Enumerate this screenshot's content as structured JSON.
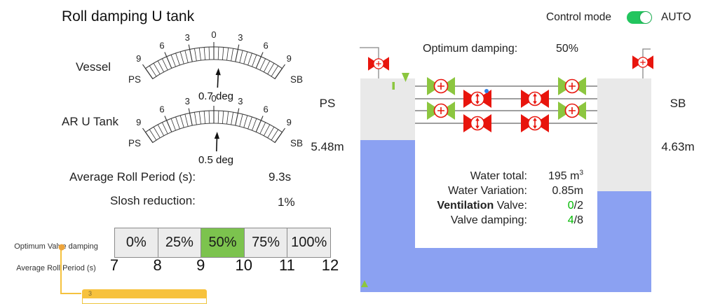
{
  "title": "Roll damping U tank",
  "header": {
    "control_mode_label": "Control mode",
    "control_mode_state": "AUTO"
  },
  "gauges": [
    {
      "name": "Vessel",
      "tick_labels": [
        "9",
        "6",
        "3",
        "0",
        "3",
        "6",
        "9"
      ],
      "left_end": "PS",
      "right_end": "SB",
      "value_deg": 0.7,
      "value_label": "0.7 deg"
    },
    {
      "name": "AR U Tank",
      "tick_labels": [
        "9",
        "6",
        "3",
        "0",
        "3",
        "6",
        "9"
      ],
      "left_end": "PS",
      "right_end": "SB",
      "value_deg": 0.5,
      "value_label": "0.5 deg"
    }
  ],
  "stats": {
    "roll_period_label": "Average Roll Period (s):",
    "roll_period_value": "9.3s",
    "slosh_label": "Slosh reduction:",
    "slosh_value": "1%"
  },
  "damping_selector": {
    "row_label": "Optimum Valve damping",
    "axis_label": "Average Roll Period (s)",
    "options": [
      "0%",
      "25%",
      "50%",
      "75%",
      "100%"
    ],
    "selected_option": "50%",
    "axis_ticks": [
      "7",
      "8",
      "9",
      "10",
      "11",
      "12"
    ],
    "tooltip_value": "3"
  },
  "tank": {
    "optimum_damping_label": "Optimum damping:",
    "optimum_damping_value": "50%",
    "port_label": "PS",
    "port_level": "5.48m",
    "starboard_label": "SB",
    "starboard_level": "4.63m",
    "info": {
      "water_total_label": "Water total:",
      "water_total_value": "195 m",
      "water_total_sup": "3",
      "water_variation_label": "Water Variation:",
      "water_variation_value": "0.85m",
      "ventilation_label_bold": "Ventilation",
      "ventilation_label_rest": " Valve:",
      "ventilation_open": "0",
      "ventilation_total": "/2",
      "valve_damping_label": "Valve damping:",
      "valve_damping_open": "4",
      "valve_damping_total": "/8"
    }
  },
  "colors": {
    "toggle_green": "#22c55e",
    "selected_cell_green": "#7cc34e",
    "valve_open_green": "#8cc63f",
    "valve_closed_red": "#e8150d",
    "water_blue": "#8ba1f2",
    "highlight_green": "#00b800",
    "tooltip_yellow": "#f7c23d"
  }
}
